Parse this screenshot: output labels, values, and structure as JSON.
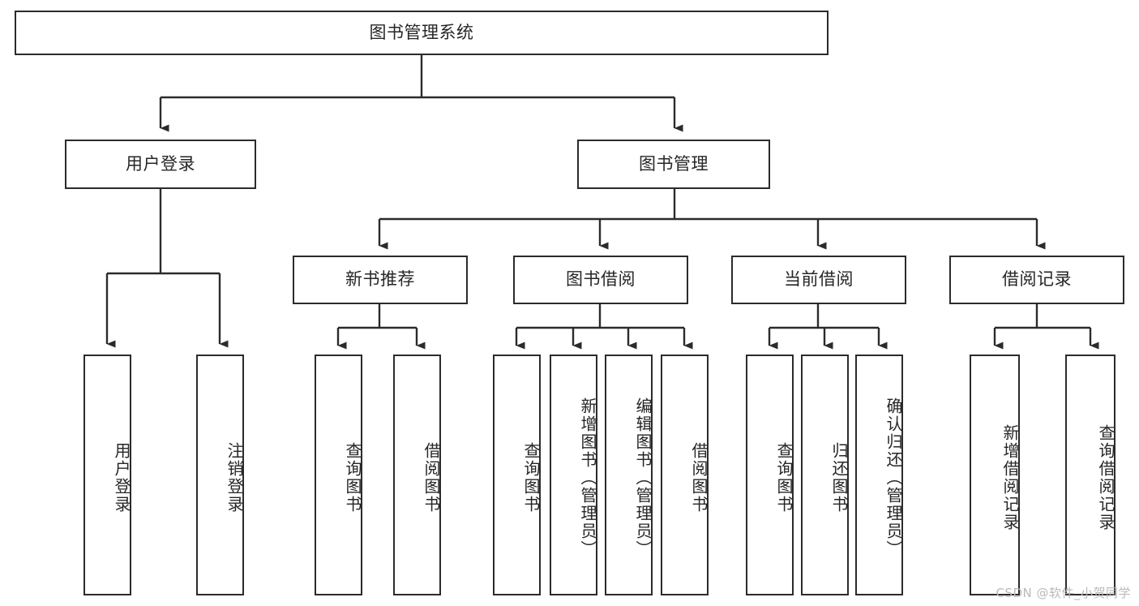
{
  "diagram": {
    "type": "tree",
    "orientation": "top-down",
    "title": "图书管理系统",
    "watermark": "CSDN @软件_小贺同学",
    "colors": {
      "node_border": "#2b2b2b",
      "node_fill": "#ffffff",
      "edge": "#2b2b2b",
      "text": "#262626",
      "watermark": "#b9b9b9",
      "background": "#ffffff"
    },
    "levels": {
      "root": {
        "label": "图书管理系统"
      },
      "level1": [
        {
          "id": "user-login",
          "label": "用户登录"
        },
        {
          "id": "book-manage",
          "label": "图书管理"
        }
      ],
      "level2": [
        {
          "id": "new-book-recommend",
          "label": "新书推荐",
          "parent": "book-manage"
        },
        {
          "id": "book-borrow",
          "label": "图书借阅",
          "parent": "book-manage"
        },
        {
          "id": "current-borrow",
          "label": "当前借阅",
          "parent": "book-manage"
        },
        {
          "id": "borrow-record",
          "label": "借阅记录",
          "parent": "book-manage"
        }
      ],
      "leaves": {
        "user-login": [
          {
            "id": "leaf-user-login",
            "label": "用户登录"
          },
          {
            "id": "leaf-logout-login",
            "label": "注销登录"
          }
        ],
        "new-book-recommend": [
          {
            "id": "leaf-query-book-1",
            "label": "查询图书"
          },
          {
            "id": "leaf-borrow-book-1",
            "label": "借阅图书"
          }
        ],
        "book-borrow": [
          {
            "id": "leaf-query-book-2",
            "label": "查询图书"
          },
          {
            "id": "leaf-add-book",
            "label": "新增图书（管理员）"
          },
          {
            "id": "leaf-edit-book",
            "label": "编辑图书（管理员）"
          },
          {
            "id": "leaf-borrow-book-2",
            "label": "借阅图书"
          }
        ],
        "current-borrow": [
          {
            "id": "leaf-query-book-3",
            "label": "查询图书"
          },
          {
            "id": "leaf-return-book",
            "label": "归还图书"
          },
          {
            "id": "leaf-confirm-return",
            "label": "确认归还（管理员）"
          }
        ],
        "borrow-record": [
          {
            "id": "leaf-add-record",
            "label": "新增借阅记录"
          },
          {
            "id": "leaf-query-record",
            "label": "查询借阅记录"
          }
        ]
      }
    }
  }
}
